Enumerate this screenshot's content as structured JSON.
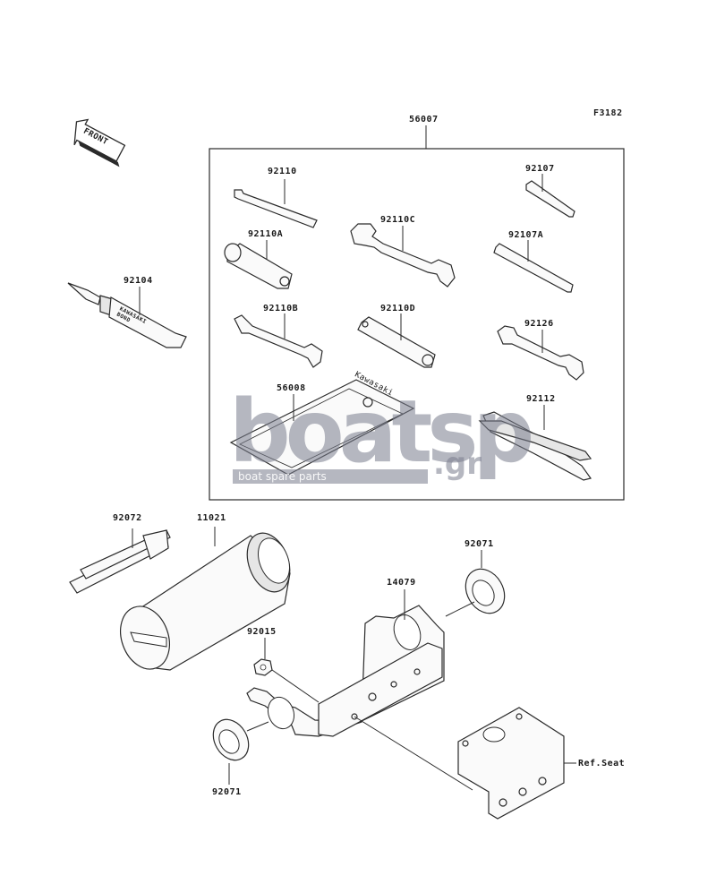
{
  "figure_code": "F3182",
  "front_label": "FRONT",
  "tube_text": "KAWASAKI BOND",
  "pouch_text": "Kawasaki",
  "parts": {
    "kit": "56007",
    "allen_key": "92110",
    "plug_wrench": "92110A",
    "wrench_small_b": "92110B",
    "wrench_c": "92110C",
    "rod_d": "92110D",
    "screwdriver": "92107",
    "screwdriver_a": "92107A",
    "wrench_92126": "92126",
    "pliers": "92112",
    "pouch": "56008",
    "bond_tube": "92104",
    "strap": "92072",
    "tool_case": "11021",
    "grommet_top": "92071",
    "bracket": "14079",
    "nut": "92015",
    "grommet_bottom": "92071",
    "ref_seat": "Ref.Seat"
  },
  "watermark": {
    "brand": "boatsp",
    "domain": ".gr",
    "tagline": "boat spare parts"
  }
}
